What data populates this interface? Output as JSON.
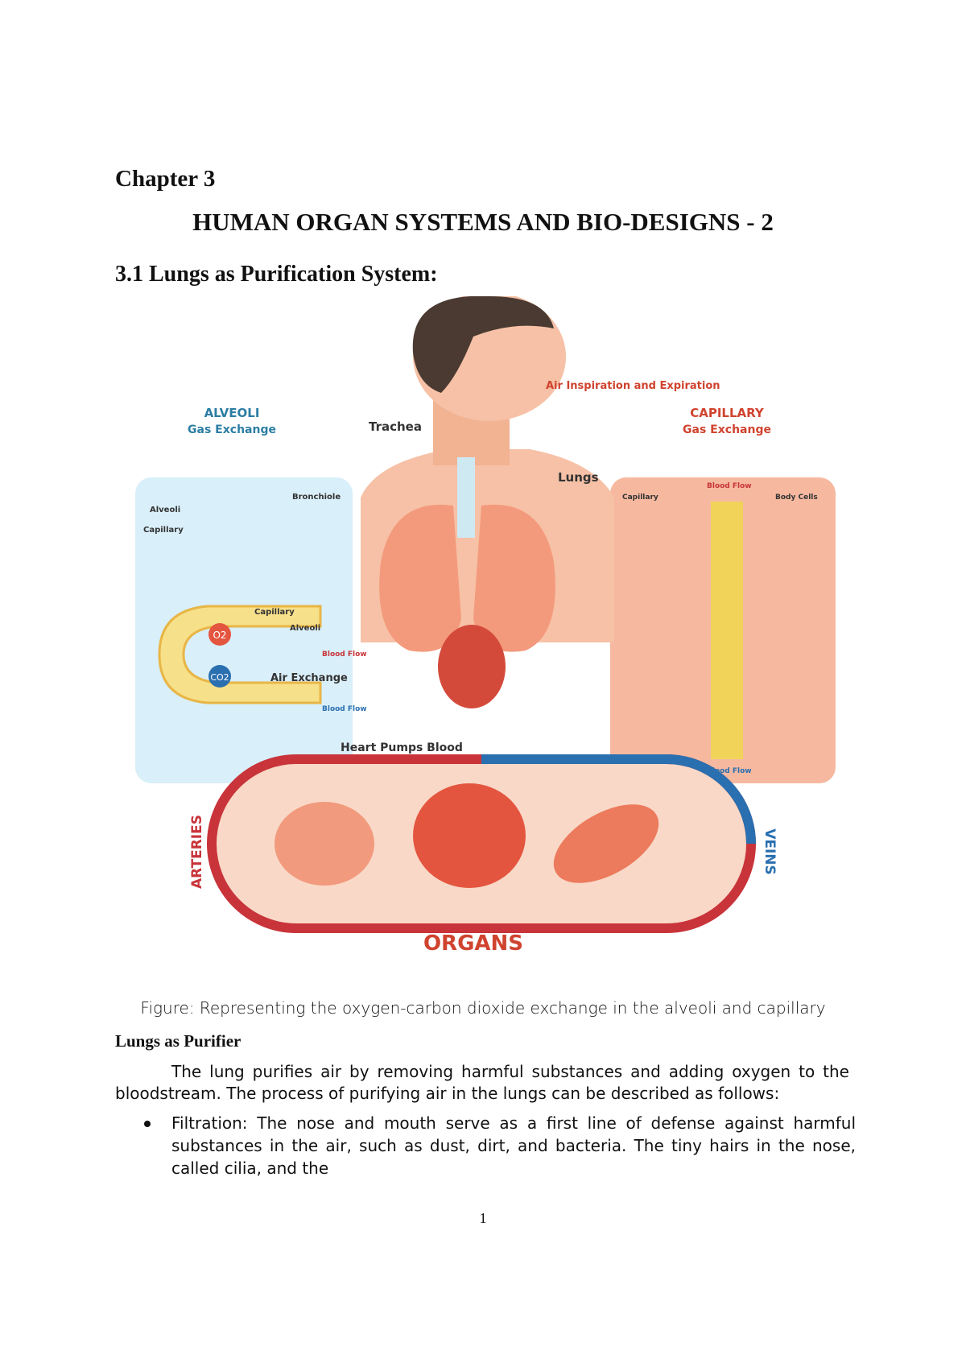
{
  "chapter_label": "Chapter 3",
  "chapter_title": "HUMAN ORGAN SYSTEMS AND BIO-DESIGNS - 2",
  "section_heading": "3.1 Lungs as Purification System:",
  "figure": {
    "air_label": "Air Inspiration and Expiration",
    "alveoli_title": "ALVEOLI",
    "alveoli_subtitle": "Gas Exchange",
    "capillary_title": "CAPILLARY",
    "capillary_subtitle": "Gas Exchange",
    "trachea": "Trachea",
    "lungs": "Lungs",
    "bronchiole": "Bronchiole",
    "alveoli": "Alveoli",
    "capillary": "Capillary",
    "alveoli_inner": "Alveoli",
    "capillary_inner": "Capillary",
    "blood_flow_1": "Blood Flow",
    "air_exchange": "Air Exchange",
    "blood_flow_2": "Blood Flow",
    "cap_blood_flow_top": "Blood Flow",
    "cap_capillary": "Capillary",
    "cap_body_cells": "Body Cells",
    "cap_blood_flow_bottom": "Blood Flow",
    "heart": "Heart Pumps Blood",
    "arteries": "ARTERIES",
    "veins": "VEINS",
    "organs": "ORGANS",
    "o2": "O2",
    "co2": "CO2",
    "colors": {
      "artery": "#c8343a",
      "vein": "#2a6fb0",
      "skin": "#f6c1a6",
      "panel_left": "#d9eff9",
      "panel_right": "#f6b9a0",
      "title_teal": "#2c7ea3",
      "title_red": "#d0432f"
    }
  },
  "caption": "Figure: Representing the oxygen-carbon dioxide exchange in the alveoli and capillary",
  "sub_heading": "Lungs as Purifier",
  "paragraph": "The lung purifies air by removing harmful substances and adding oxygen to the bloodstream. The process of purifying air in the lungs can be described as follows:",
  "bullets": [
    "Filtration: The nose and mouth serve as a first line of defense  against harmful substances in the air, such as dust, dirt, and bacteria. The tiny hairs in the nose, called cilia, and the"
  ],
  "page_number": "1"
}
